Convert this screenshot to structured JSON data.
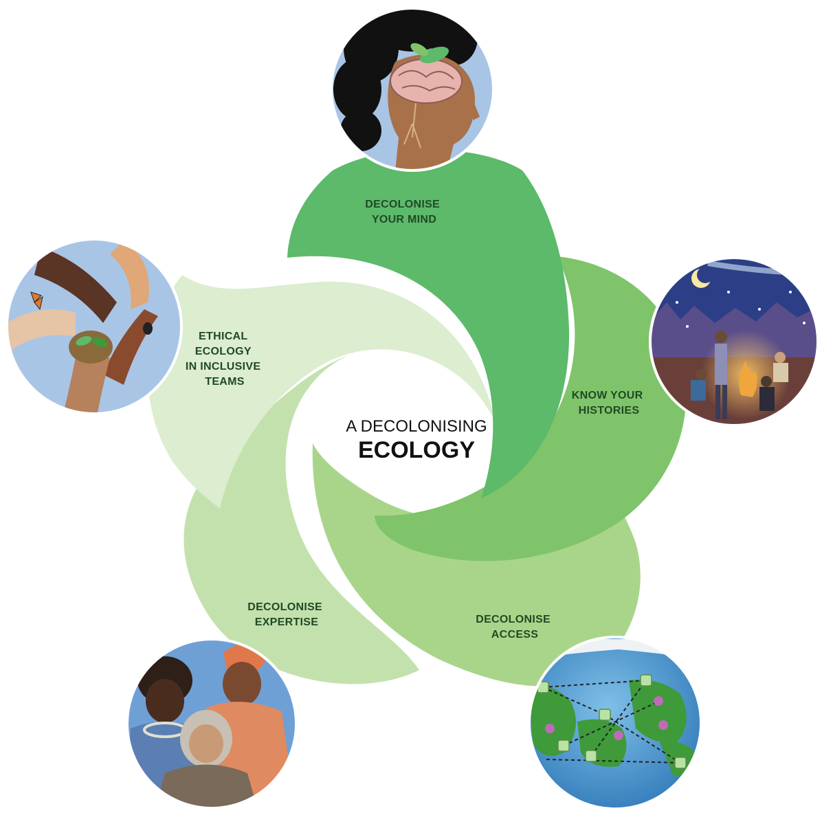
{
  "center": {
    "line1": "A DECOLONISING",
    "line2": "ECOLOGY"
  },
  "petals": [
    {
      "id": "mind",
      "lines": [
        "DECOLONISE",
        "YOUR MIND"
      ],
      "color": "#5cba6a",
      "illustration": "head-with-brain-and-trees"
    },
    {
      "id": "histories",
      "lines": [
        "KNOW YOUR",
        "HISTORIES"
      ],
      "color": "#7fc46a",
      "illustration": "campfire-under-night-sky"
    },
    {
      "id": "access",
      "lines": [
        "DECOLONISE",
        "ACCESS"
      ],
      "color": "#a9d58a",
      "illustration": "globe-with-network"
    },
    {
      "id": "expertise",
      "lines": [
        "DECOLONISE",
        "EXPERTISE"
      ],
      "color": "#c3e1ad",
      "illustration": "indigenous-elders"
    },
    {
      "id": "teams",
      "lines": [
        "ETHICAL",
        "ECOLOGY",
        "IN INCLUSIVE",
        "TEAMS"
      ],
      "color": "#dcedd0",
      "illustration": "joined-hands-with-seedling"
    }
  ]
}
